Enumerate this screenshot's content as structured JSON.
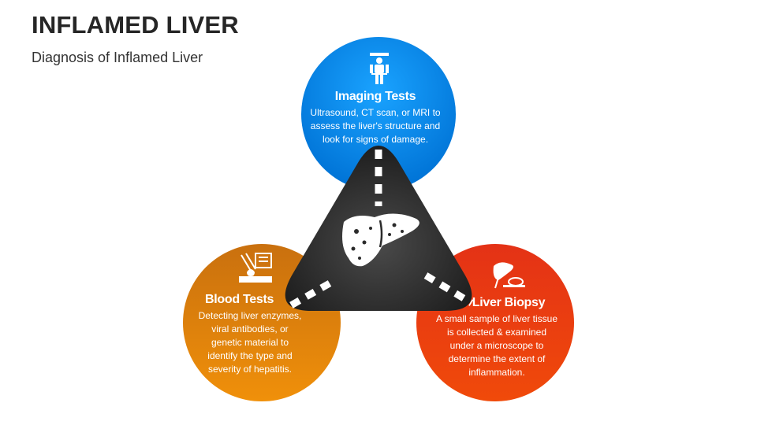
{
  "header": {
    "title": "INFLAMED LIVER",
    "subtitle": "Diagnosis of Inflamed Liver"
  },
  "colors": {
    "imaging": "#0a8fe8",
    "blood": "#e67e0a",
    "biopsy": "#e8321a",
    "center": "#2b2b2b"
  },
  "items": [
    {
      "heading": "Imaging Tests",
      "description": [
        "Ultrasound, CT scan, or MRI to",
        "assess the liver's structure and",
        "look for signs of damage."
      ],
      "icon": "xray-icon"
    },
    {
      "heading": "Blood Tests",
      "description": [
        "Detecting liver enzymes,",
        "viral antibodies, or",
        "genetic material to",
        "identify the type and",
        "severity of hepatitis."
      ],
      "icon": "blood-test-icon"
    },
    {
      "heading": "Liver Biopsy",
      "description": [
        "A small sample of liver tissue",
        "is collected & examined",
        "under a microscope to",
        "determine the extent of",
        "inflammation."
      ],
      "icon": "liver-biopsy-icon"
    }
  ],
  "center_icon": "liver-icon"
}
